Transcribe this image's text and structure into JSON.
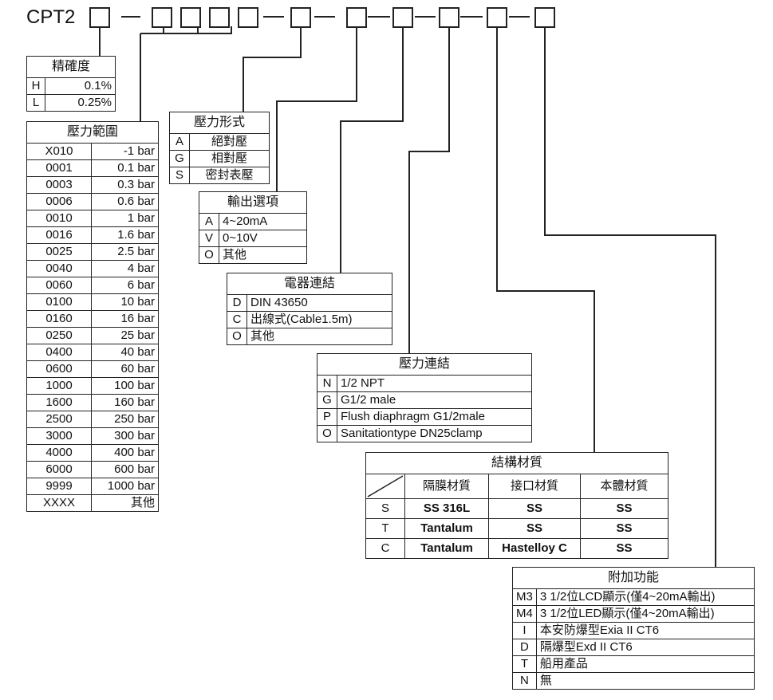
{
  "header": {
    "model_prefix": "CPT2"
  },
  "precision": {
    "title": "精確度",
    "rows": [
      [
        "H",
        "0.1%"
      ],
      [
        "L",
        "0.25%"
      ]
    ]
  },
  "pressure_range": {
    "title": "壓力範圍",
    "rows": [
      [
        "X010",
        "-1 bar"
      ],
      [
        "0001",
        "0.1 bar"
      ],
      [
        "0003",
        "0.3 bar"
      ],
      [
        "0006",
        "0.6 bar"
      ],
      [
        "0010",
        "1 bar"
      ],
      [
        "0016",
        "1.6 bar"
      ],
      [
        "0025",
        "2.5 bar"
      ],
      [
        "0040",
        "4 bar"
      ],
      [
        "0060",
        "6 bar"
      ],
      [
        "0100",
        "10 bar"
      ],
      [
        "0160",
        "16 bar"
      ],
      [
        "0250",
        "25 bar"
      ],
      [
        "0400",
        "40 bar"
      ],
      [
        "0600",
        "60 bar"
      ],
      [
        "1000",
        "100 bar"
      ],
      [
        "1600",
        "160 bar"
      ],
      [
        "2500",
        "250 bar"
      ],
      [
        "3000",
        "300 bar"
      ],
      [
        "4000",
        "400 bar"
      ],
      [
        "6000",
        "600 bar"
      ],
      [
        "9999",
        "1000 bar"
      ],
      [
        "XXXX",
        "其他"
      ]
    ]
  },
  "pressure_type": {
    "title": "壓力形式",
    "rows": [
      [
        "A",
        "絕對壓"
      ],
      [
        "G",
        "相對壓"
      ],
      [
        "S",
        "密封表壓"
      ]
    ]
  },
  "output": {
    "title": "輸出選項",
    "rows": [
      [
        "A",
        "4~20mA"
      ],
      [
        "V",
        "0~10V"
      ],
      [
        "O",
        "其他"
      ]
    ]
  },
  "electrical": {
    "title": "電器連結",
    "rows": [
      [
        "D",
        "DIN 43650"
      ],
      [
        "C",
        "出線式(Cable1.5m)"
      ],
      [
        "O",
        "其他"
      ]
    ]
  },
  "process_conn": {
    "title": "壓力連結",
    "rows": [
      [
        "N",
        "1/2 NPT"
      ],
      [
        "G",
        "G1/2 male"
      ],
      [
        "P",
        "Flush diaphragm G1/2male"
      ],
      [
        "O",
        "Sanitationtype DN25clamp"
      ]
    ]
  },
  "material": {
    "title": "結構材質",
    "columns": [
      "隔膜材質",
      "接口材質",
      "本體材質"
    ],
    "rows": [
      [
        "S",
        "SS 316L",
        "SS",
        "SS"
      ],
      [
        "T",
        "Tantalum",
        "SS",
        "SS"
      ],
      [
        "C",
        "Tantalum",
        "Hastelloy C",
        "SS"
      ]
    ]
  },
  "options": {
    "title": "附加功能",
    "rows": [
      [
        "M3",
        "3 1/2位LCD顯示(僅4~20mA輸出)"
      ],
      [
        "M4",
        "3 1/2位LED顯示(僅4~20mA輸出)"
      ],
      [
        "I",
        "本安防爆型Exia II CT6"
      ],
      [
        "D",
        "隔爆型Exd II CT6"
      ],
      [
        "T",
        "船用產品"
      ],
      [
        "N",
        "無"
      ]
    ]
  }
}
